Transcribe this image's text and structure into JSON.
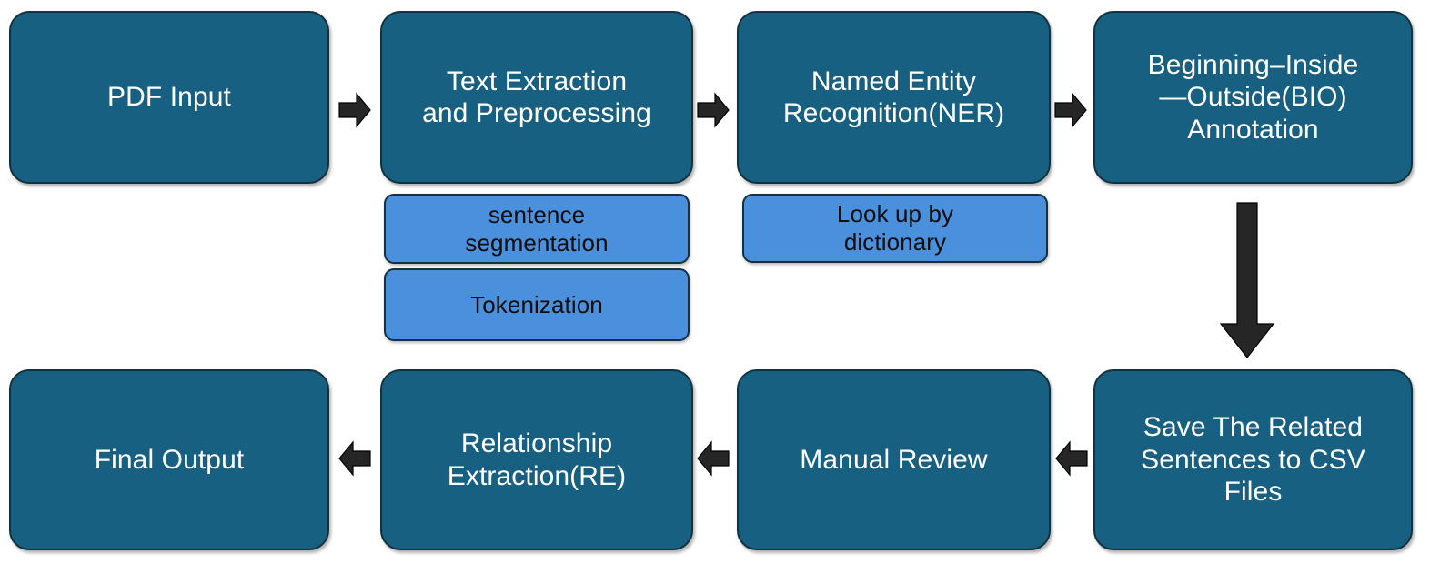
{
  "diagram": {
    "title": "NLP Information Extraction Pipeline Flowchart",
    "colors": {
      "primary_fill": "#186081",
      "sub_fill": "#4a90dc",
      "border": "#13323f",
      "arrow": "#262626",
      "background": "#ffffff",
      "primary_text": "#ffffff",
      "sub_text": "#0d0d0d"
    },
    "nodes": [
      {
        "id": "pdf-input",
        "label": "PDF Input",
        "kind": "primary"
      },
      {
        "id": "text-extraction",
        "label": "Text Extraction\nand Preprocessing",
        "kind": "primary"
      },
      {
        "id": "ner",
        "label": "Named Entity\nRecognition(NER)",
        "kind": "primary"
      },
      {
        "id": "bio-annotation",
        "label": "Beginning–Inside\n—Outside(BIO)\nAnnotation",
        "kind": "primary"
      },
      {
        "id": "sentence-segmentation",
        "label": "sentence\nsegmentation",
        "kind": "sub"
      },
      {
        "id": "tokenization",
        "label": "Tokenization",
        "kind": "sub"
      },
      {
        "id": "look-up-by-dictionary",
        "label": "Look up by\ndictionary",
        "kind": "sub"
      },
      {
        "id": "save-csv",
        "label": "Save The Related\nSentences to CSV\nFiles",
        "kind": "primary"
      },
      {
        "id": "manual-review",
        "label": "Manual Review",
        "kind": "primary"
      },
      {
        "id": "relationship-extraction",
        "label": "Relationship\nExtraction(RE)",
        "kind": "primary"
      },
      {
        "id": "final-output",
        "label": "Final Output",
        "kind": "primary"
      }
    ],
    "edges": [
      {
        "id": "pdf-to-text",
        "from": "pdf-input",
        "to": "text-extraction",
        "direction": "right"
      },
      {
        "id": "text-to-ner",
        "from": "text-extraction",
        "to": "ner",
        "direction": "right"
      },
      {
        "id": "ner-to-bio",
        "from": "ner",
        "to": "bio-annotation",
        "direction": "right"
      },
      {
        "id": "bio-to-save",
        "from": "bio-annotation",
        "to": "save-csv",
        "direction": "down"
      },
      {
        "id": "save-to-review",
        "from": "save-csv",
        "to": "manual-review",
        "direction": "left"
      },
      {
        "id": "review-to-re",
        "from": "manual-review",
        "to": "relationship-extraction",
        "direction": "left"
      },
      {
        "id": "re-to-final",
        "from": "relationship-extraction",
        "to": "final-output",
        "direction": "left"
      }
    ]
  }
}
